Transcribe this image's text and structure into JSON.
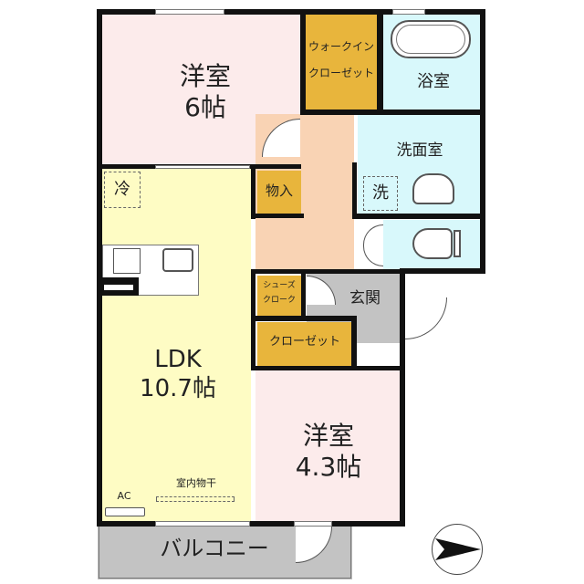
{
  "floorplan": {
    "rooms": {
      "western_room_1": {
        "name": "洋室",
        "size": "6帖"
      },
      "walk_in_closet": {
        "line1": "ウォークイン",
        "line2": "クローゼット"
      },
      "bathroom": {
        "name": "浴室"
      },
      "washroom": {
        "name": "洗面室"
      },
      "washer": {
        "label": "洗"
      },
      "fridge": {
        "label": "冷"
      },
      "storage": {
        "name": "物入"
      },
      "shoe_closet": {
        "line1": "シューズ",
        "line2": "クローク"
      },
      "entrance": {
        "name": "玄関"
      },
      "closet": {
        "name": "クローゼット"
      },
      "ldk": {
        "name": "LDK",
        "size": "10.7帖"
      },
      "western_room_2": {
        "name": "洋室",
        "size": "4.3帖"
      },
      "indoor_drying": {
        "label": "室内物干"
      },
      "air_conditioner": {
        "label": "AC"
      },
      "balcony": {
        "name": "バルコニー"
      }
    },
    "colors": {
      "western_room": "#fcebeb",
      "closet": "#e8b53c",
      "water_area": "#d8f8fb",
      "ldk": "#fefcc4",
      "hallway": "#f9d3b4",
      "entrance": "#c3c3c3",
      "wall": "#111111"
    },
    "compass": {
      "direction": "north-east-arrow"
    }
  }
}
